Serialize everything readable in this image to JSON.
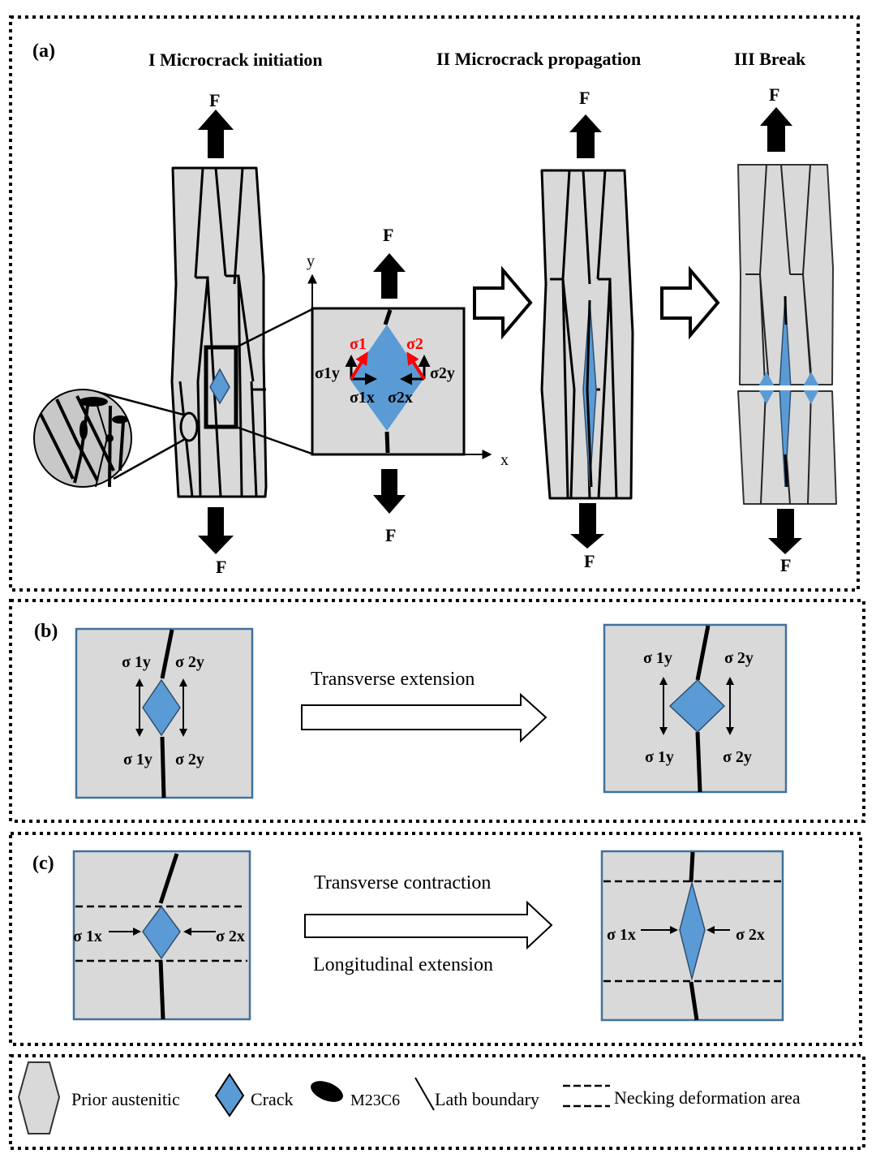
{
  "panel_a": {
    "label": "(a)",
    "stage1_title": "I Microcrack initiation",
    "stage2_title": "II Microcrack propagation",
    "stage3_title": "III Break",
    "force_label": "F",
    "axis_x": "x",
    "axis_y": "y",
    "sigma1": "σ1",
    "sigma2": "σ2",
    "sigma1y": "σ1y",
    "sigma2y": "σ2y",
    "sigma1x": "σ1x",
    "sigma2x": "σ2x",
    "colors": {
      "crack": "#5b9bd5",
      "grain": "#d9d9d9",
      "stress_resultant": "#ff0000"
    }
  },
  "panel_b": {
    "label": "(b)",
    "process_label": "Transverse extension",
    "sigma_1y": "σ 1y",
    "sigma_2y": "σ 2y"
  },
  "panel_c": {
    "label": "(c)",
    "process_label_top": "Transverse contraction",
    "process_label_bottom": "Longitudinal extension",
    "sigma_1x": "σ 1x",
    "sigma_2x": "σ 2x"
  },
  "legend": {
    "items": [
      {
        "icon": "hexagon-icon",
        "label": "Prior austenitic"
      },
      {
        "icon": "diamond-icon",
        "label": "Crack"
      },
      {
        "icon": "ellipse-icon",
        "label": "M23C6"
      },
      {
        "icon": "slash-icon",
        "label": "Lath boundary"
      },
      {
        "icon": "dashed-lines-icon",
        "label": "Necking deformation area"
      }
    ]
  }
}
